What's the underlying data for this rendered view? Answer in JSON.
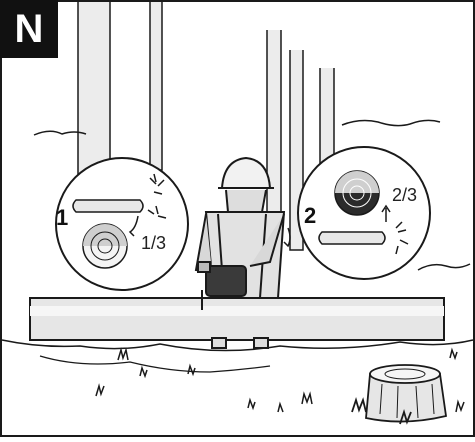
{
  "badge": {
    "label": "N"
  },
  "steps": [
    {
      "number": "1",
      "fraction": "1/3"
    },
    {
      "number": "2",
      "fraction": "2/3"
    }
  ],
  "colors": {
    "line": "#1a1a1a",
    "fill_light": "#f2f2f2",
    "fill_mid": "#cfcfcf",
    "fill_dark": "#2b2b2b",
    "badge_bg": "#111111",
    "badge_fg": "#ffffff"
  },
  "icons": [
    "chainsaw-icon",
    "log-cross-section-icon",
    "sparks-icon",
    "arrow-icon",
    "tree-stump-icon",
    "worker-icon"
  ]
}
